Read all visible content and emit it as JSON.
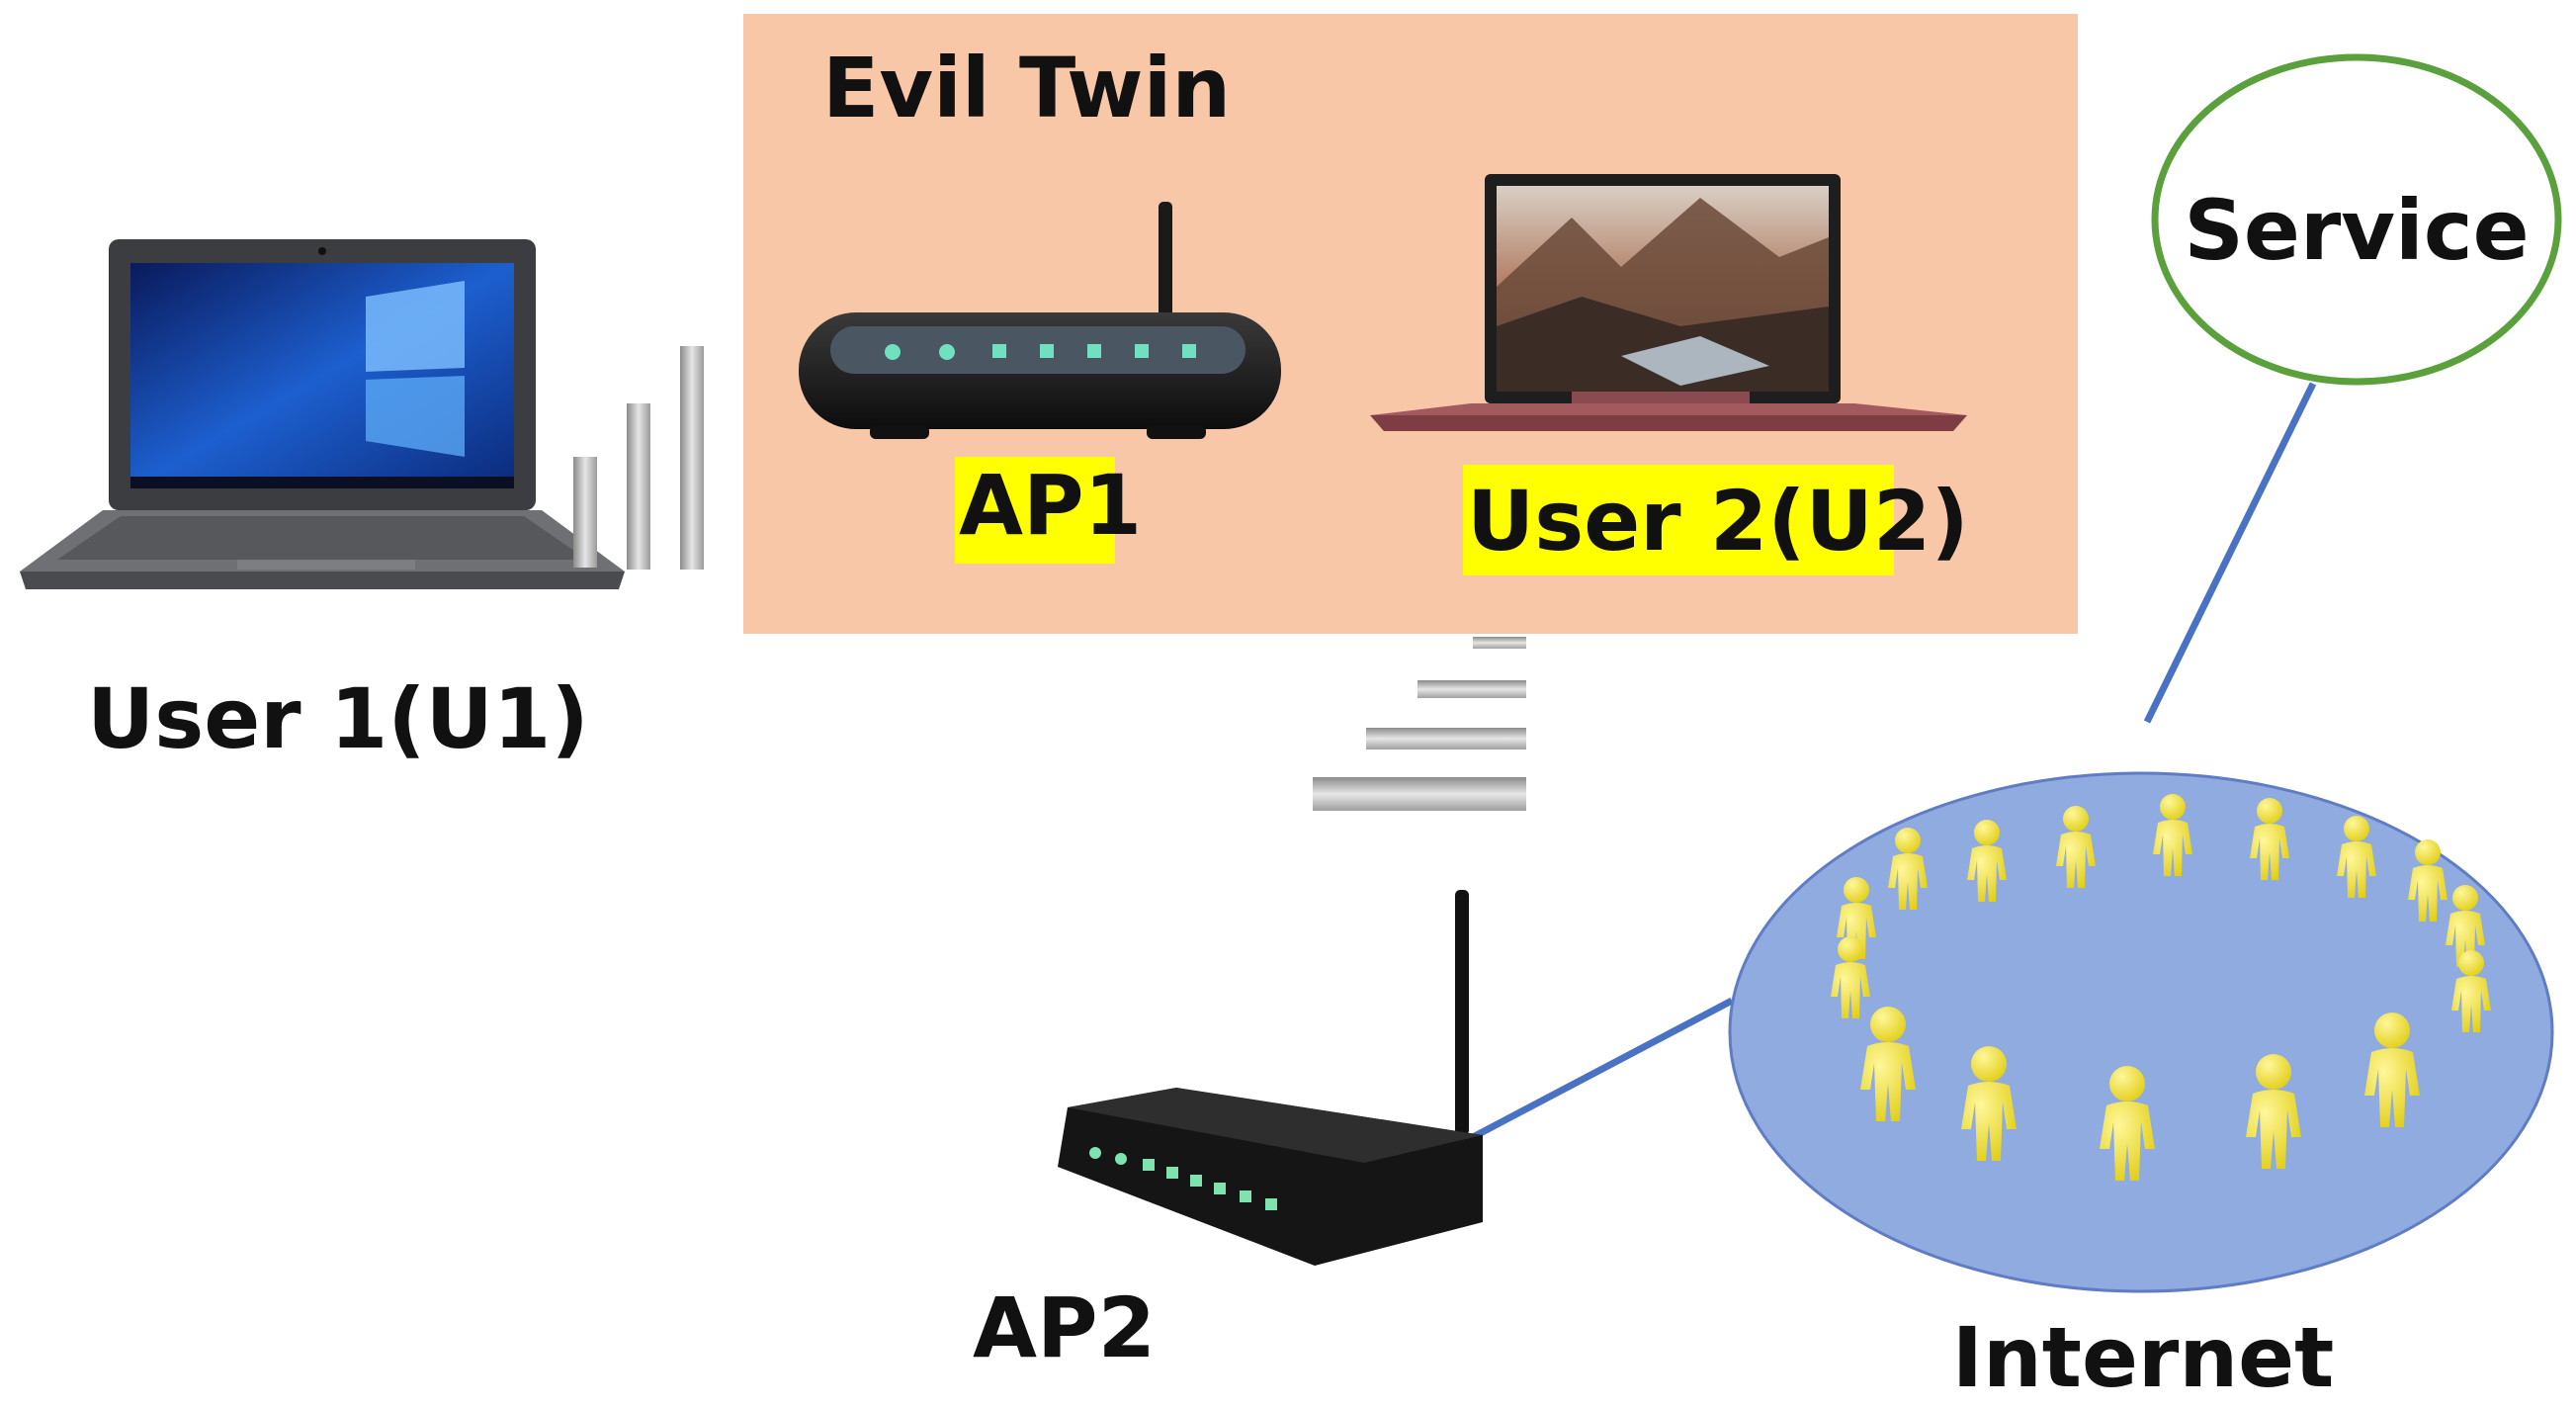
{
  "evil_twin": {
    "title": "Evil Twin",
    "box_color": "#f7c7a7"
  },
  "nodes": {
    "user1": {
      "label": "User 1(U1)",
      "icon": "laptop-icon"
    },
    "ap1": {
      "label": "AP1",
      "icon": "router-icon",
      "highlight": "#ffff00"
    },
    "user2": {
      "label": "User 2(U2)",
      "icon": "laptop-icon",
      "highlight": "#ffff00"
    },
    "ap2": {
      "label": "AP2",
      "icon": "router-icon"
    },
    "service": {
      "label": "Service",
      "border_color": "#5aa03c"
    },
    "internet": {
      "label": "Internet",
      "fill_color": "#8fabe0",
      "icon": "people-ring-icon"
    }
  },
  "links": [
    {
      "from": "service",
      "to": "internet",
      "color": "#4a72c4"
    },
    {
      "from": "ap2",
      "to": "internet",
      "color": "#4a72c4"
    }
  ]
}
